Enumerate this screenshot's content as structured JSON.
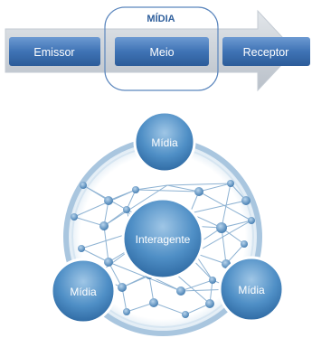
{
  "top_flow": {
    "group_label": "MÍDIA",
    "boxes": [
      {
        "label": "Emissor"
      },
      {
        "label": "Meio"
      },
      {
        "label": "Receptor"
      }
    ]
  },
  "network": {
    "center_label": "Interagente",
    "outer_nodes": [
      {
        "label": "Mídia"
      },
      {
        "label": "Mídia"
      },
      {
        "label": "Mídia"
      }
    ]
  },
  "colors": {
    "box_blue": "#3f73b5",
    "arrow_gray": "#c8ced6",
    "bubble_blue": "#4a8cc4",
    "ring_blue": "#a9c6df",
    "line_blue": "#6d9bc3"
  }
}
